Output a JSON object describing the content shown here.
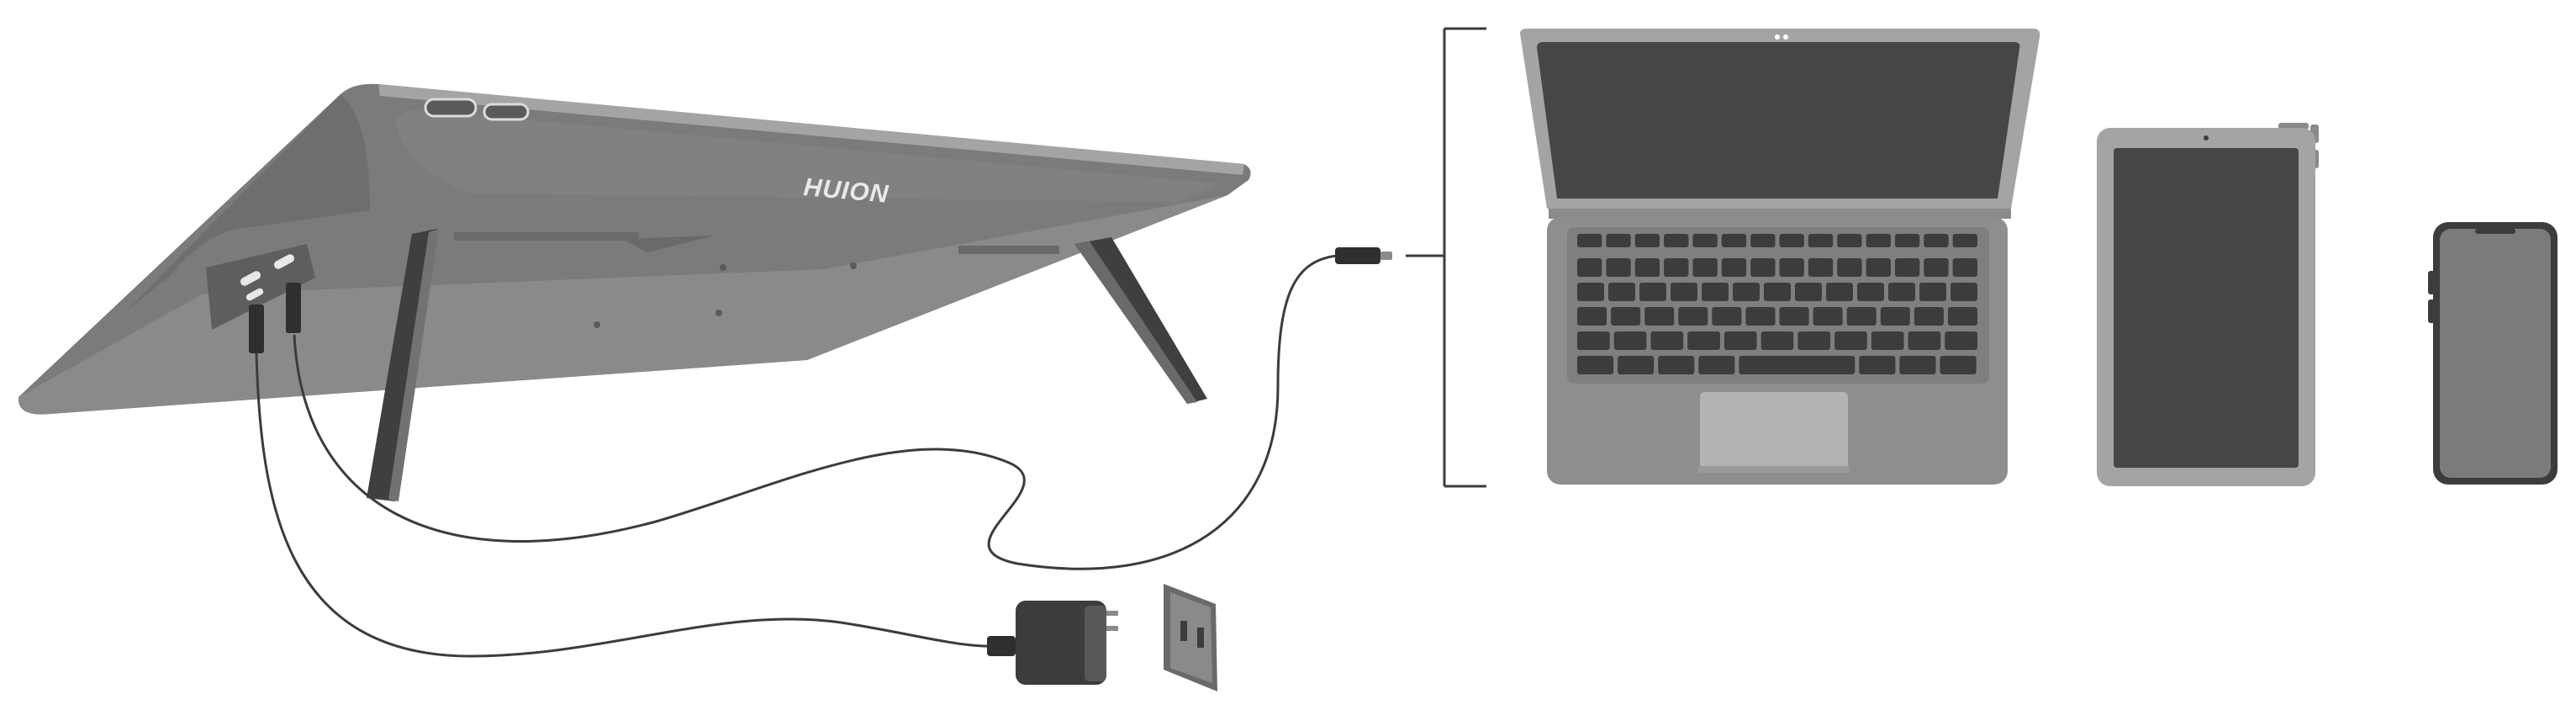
{
  "tablet": {
    "brand_label": "HUION"
  },
  "colors": {
    "background": "#ffffff",
    "device_body": "#7b7b7d",
    "device_dark": "#4a4a4c",
    "device_light": "#a4a4a6",
    "screen": "#464648",
    "cable": "#3c3c3e"
  },
  "icons": [
    "pen-display-tablet",
    "usb-c-connector",
    "power-adapter",
    "wall-outlet",
    "laptop",
    "tablet",
    "smartphone"
  ]
}
